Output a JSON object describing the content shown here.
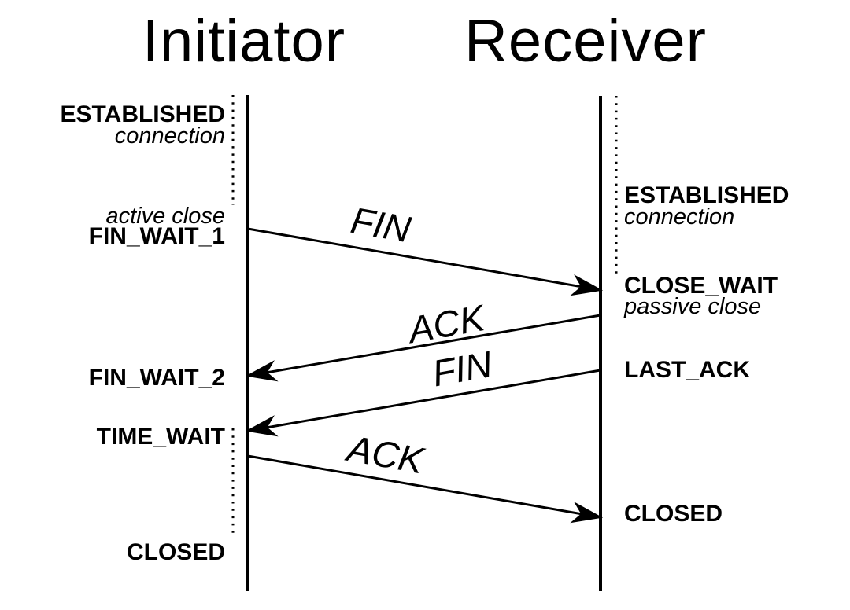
{
  "colors": {
    "ink": "#000000",
    "background": "#ffffff"
  },
  "initiator": {
    "title": "Initiator",
    "states": {
      "established": "ESTABLISHED",
      "connection": "connection",
      "active_close": "active close",
      "fin_wait_1": "FIN_WAIT_1",
      "fin_wait_2": "FIN_WAIT_2",
      "time_wait": "TIME_WAIT",
      "closed": "CLOSED"
    }
  },
  "receiver": {
    "title": "Receiver",
    "states": {
      "established": "ESTABLISHED",
      "connection": "connection",
      "close_wait": "CLOSE_WAIT",
      "passive_close": "passive close",
      "last_ack": "LAST_ACK",
      "closed": "CLOSED"
    }
  },
  "messages": [
    {
      "label": "FIN",
      "from": "initiator",
      "to": "receiver"
    },
    {
      "label": "ACK",
      "from": "receiver",
      "to": "initiator"
    },
    {
      "label": "FIN",
      "from": "receiver",
      "to": "initiator"
    },
    {
      "label": "ACK",
      "from": "initiator",
      "to": "receiver"
    }
  ]
}
